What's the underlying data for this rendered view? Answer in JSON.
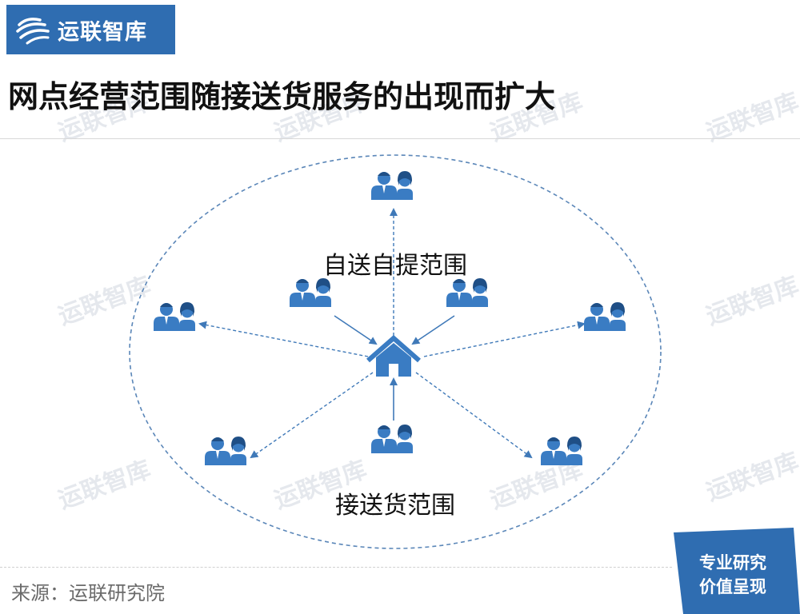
{
  "brand": {
    "name": "运联智库"
  },
  "title": "网点经营范围随接送货服务的出现而扩大",
  "diagram": {
    "inner_label": "自送自提范围",
    "outer_label": "接送货范围"
  },
  "watermark": {
    "text": "运联智库"
  },
  "source": "来源：运联研究院",
  "badge": {
    "line1": "专业研究",
    "line2": "价值呈现"
  },
  "colors": {
    "brand_blue": "#2f6db1",
    "person_blue": "#3a7cc3",
    "arrow_blue": "#3f79b8",
    "circle_dash": "#5a86b8"
  }
}
